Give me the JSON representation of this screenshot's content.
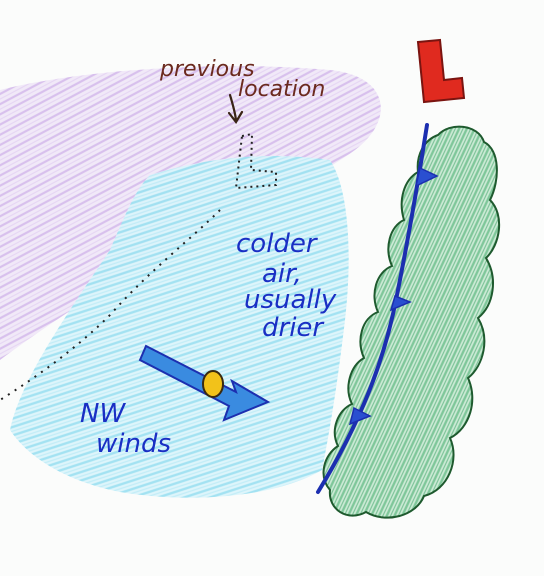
{
  "labels": {
    "previous_line1": "previous",
    "previous_line2": "location",
    "low_letter": "L",
    "cold_line1": "colder",
    "cold_line2": "air,",
    "cold_line3": "usually",
    "cold_line4": "drier",
    "winds_line1": "NW",
    "winds_line2": "winds"
  },
  "colors": {
    "low_pressure": "#e02a1f",
    "front_line": "#1c2fb0",
    "front_barbs": "#2a4fd0",
    "cloud_fill": "#7fc79a",
    "cloud_outline": "#1e5a2e",
    "cold_air_shading": "#8fdcef",
    "warm_air_shading": "#c8a6e6",
    "wind_arrow": "#3a8be0",
    "dot_marker": "#f2c21a",
    "annotation_text": "#6b2a1e",
    "label_text": "#1a2fc4"
  }
}
